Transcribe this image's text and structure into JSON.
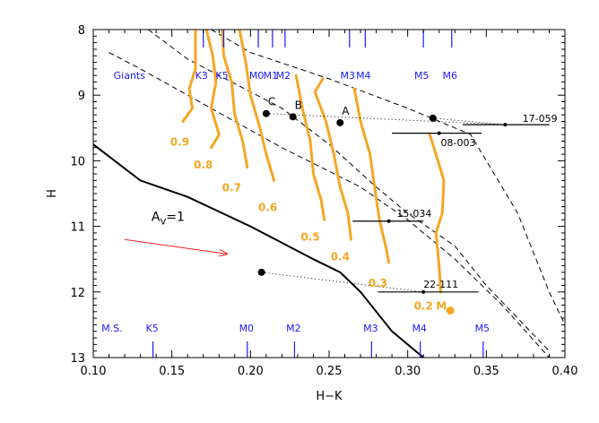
{
  "colors": {
    "axis": "#000000",
    "sequence_labels": "#1a1aff",
    "mass_tracks": "#f5a623",
    "reddening_vector": "#ff2020",
    "isochrones": "#000000"
  },
  "chart_data": {
    "type": "scatter",
    "xlabel": "H−K",
    "ylabel": "H",
    "xlim": [
      0.1,
      0.4
    ],
    "ylim": [
      13,
      8
    ],
    "y_inverted": true,
    "grid": false,
    "x_ticks": [
      "0.10",
      "0.15",
      "0.20",
      "0.25",
      "0.30",
      "0.35",
      "0.40"
    ],
    "y_ticks": [
      "8",
      "9",
      "10",
      "11",
      "12",
      "13"
    ],
    "giants_label": "Giants",
    "giant_spectral_types": [
      {
        "label": "K3",
        "x": 0.17
      },
      {
        "label": "K5",
        "x": 0.183
      },
      {
        "label": "M0",
        "x": 0.205
      },
      {
        "label": "M1",
        "x": 0.214
      },
      {
        "label": "M2",
        "x": 0.222
      },
      {
        "label": "M3",
        "x": 0.263
      },
      {
        "label": "M4",
        "x": 0.273
      },
      {
        "label": "M5",
        "x": 0.31
      },
      {
        "label": "M6",
        "x": 0.328
      }
    ],
    "ms_label": "M.S.",
    "main_sequence_types": [
      {
        "label": "K5",
        "x": 0.138
      },
      {
        "label": "M0",
        "x": 0.198
      },
      {
        "label": "M2",
        "x": 0.228
      },
      {
        "label": "M3",
        "x": 0.277
      },
      {
        "label": "M4",
        "x": 0.308
      },
      {
        "label": "M5",
        "x": 0.348
      }
    ],
    "av_label": "A",
    "av_subscript": "V",
    "av_value": "=1",
    "reddening_vector": {
      "from": [
        0.12,
        11.2
      ],
      "to": [
        0.185,
        11.42
      ]
    },
    "mass_unit_label": "M",
    "mass_tracks": [
      {
        "label": "0.9",
        "label_pos": [
          0.155,
          9.7
        ],
        "points": [
          [
            0.165,
            8.0
          ],
          [
            0.165,
            8.6
          ],
          [
            0.161,
            8.9
          ],
          [
            0.163,
            9.2
          ],
          [
            0.157,
            9.4
          ]
        ]
      },
      {
        "label": "0.8",
        "label_pos": [
          0.17,
          10.05
        ],
        "points": [
          [
            0.172,
            8.0
          ],
          [
            0.176,
            8.4
          ],
          [
            0.178,
            8.8
          ],
          [
            0.175,
            9.2
          ],
          [
            0.18,
            9.6
          ],
          [
            0.175,
            9.8
          ]
        ]
      },
      {
        "label": "0.7",
        "label_pos": [
          0.188,
          10.4
        ],
        "points": [
          [
            0.182,
            8.0
          ],
          [
            0.183,
            8.4
          ],
          [
            0.188,
            8.8
          ],
          [
            0.19,
            9.3
          ],
          [
            0.195,
            9.7
          ],
          [
            0.198,
            10.1
          ]
        ]
      },
      {
        "label": "0.6",
        "label_pos": [
          0.211,
          10.7
        ],
        "points": [
          [
            0.193,
            8.0
          ],
          [
            0.197,
            8.5
          ],
          [
            0.2,
            9.0
          ],
          [
            0.206,
            9.5
          ],
          [
            0.21,
            9.9
          ],
          [
            0.215,
            10.3
          ]
        ]
      },
      {
        "label": "0.5",
        "label_pos": [
          0.238,
          11.15
        ],
        "points": [
          [
            0.229,
            8.7
          ],
          [
            0.233,
            9.2
          ],
          [
            0.238,
            9.7
          ],
          [
            0.24,
            10.2
          ],
          [
            0.245,
            10.6
          ],
          [
            0.247,
            10.9
          ]
        ]
      },
      {
        "label": "0.4",
        "label_pos": [
          0.257,
          11.45
        ],
        "points": [
          [
            0.246,
            8.75
          ],
          [
            0.241,
            8.95
          ],
          [
            0.248,
            9.4
          ],
          [
            0.253,
            9.9
          ],
          [
            0.257,
            10.4
          ],
          [
            0.262,
            10.8
          ],
          [
            0.264,
            11.2
          ]
        ]
      },
      {
        "label": "0.3",
        "label_pos": [
          0.281,
          11.85
        ],
        "points": [
          [
            0.266,
            8.9
          ],
          [
            0.27,
            9.4
          ],
          [
            0.276,
            9.9
          ],
          [
            0.279,
            10.4
          ],
          [
            0.282,
            10.9
          ],
          [
            0.286,
            11.3
          ],
          [
            0.288,
            11.55
          ]
        ]
      },
      {
        "label": "0.2",
        "label_pos": [
          0.31,
          12.2
        ],
        "points": [
          [
            0.314,
            9.6
          ],
          [
            0.318,
            9.9
          ],
          [
            0.323,
            10.3
          ],
          [
            0.322,
            10.8
          ],
          [
            0.318,
            11.1
          ],
          [
            0.32,
            11.6
          ],
          [
            0.321,
            12.0
          ]
        ]
      }
    ],
    "isochrones": [
      {
        "name": "MS",
        "style": "solid",
        "points": [
          [
            0.1,
            9.75
          ],
          [
            0.13,
            10.3
          ],
          [
            0.16,
            10.55
          ],
          [
            0.2,
            11.0
          ],
          [
            0.24,
            11.5
          ],
          [
            0.257,
            11.7
          ],
          [
            0.27,
            12.0
          ],
          [
            0.29,
            12.6
          ],
          [
            0.31,
            13.0
          ]
        ]
      },
      {
        "name": "iso-1",
        "style": "dashed",
        "points": [
          [
            0.135,
            8.0
          ],
          [
            0.16,
            8.45
          ],
          [
            0.2,
            8.95
          ],
          [
            0.22,
            9.2
          ],
          [
            0.25,
            9.75
          ],
          [
            0.28,
            10.4
          ],
          [
            0.3,
            10.8
          ],
          [
            0.33,
            11.3
          ],
          [
            0.35,
            11.9
          ],
          [
            0.37,
            12.4
          ],
          [
            0.39,
            12.9
          ]
        ]
      },
      {
        "name": "iso-2",
        "style": "dashed",
        "points": [
          [
            0.11,
            8.35
          ],
          [
            0.13,
            8.6
          ],
          [
            0.16,
            9.0
          ],
          [
            0.19,
            9.4
          ],
          [
            0.22,
            9.8
          ],
          [
            0.245,
            10.1
          ],
          [
            0.27,
            10.4
          ],
          [
            0.3,
            10.9
          ],
          [
            0.33,
            11.5
          ],
          [
            0.36,
            12.2
          ],
          [
            0.39,
            13.0
          ]
        ]
      },
      {
        "name": "iso-3",
        "style": "dashed",
        "points": [
          [
            0.175,
            8.0
          ],
          [
            0.2,
            8.35
          ],
          [
            0.25,
            8.75
          ],
          [
            0.3,
            9.2
          ],
          [
            0.34,
            9.6
          ],
          [
            0.37,
            10.8
          ],
          [
            0.39,
            12.0
          ],
          [
            0.4,
            12.5
          ]
        ]
      }
    ],
    "sources": [
      {
        "name": "17-059",
        "label_pos": [
          0.373,
          9.35
        ],
        "obs": [
          0.316,
          9.35
        ],
        "model": [
          0.362,
          9.45
        ],
        "err_x": [
          0.335,
          0.39
        ]
      },
      {
        "name": "08-003",
        "label_pos": [
          0.321,
          9.72
        ],
        "obs": null,
        "model": [
          0.32,
          9.58
        ],
        "err_x": [
          0.29,
          0.347
        ]
      },
      {
        "name": "15-034",
        "label_pos": [
          0.293,
          10.8
        ],
        "obs": null,
        "model": [
          0.288,
          10.92
        ],
        "err_x": [
          0.265,
          0.31
        ]
      },
      {
        "name": "22-111",
        "label_pos": [
          0.31,
          11.88
        ],
        "obs": [
          0.207,
          11.7
        ],
        "model": [
          0.31,
          12.0
        ],
        "err_x": [
          0.281,
          0.345
        ]
      }
    ],
    "labeled_points": [
      {
        "label": "A",
        "x": 0.257,
        "y": 9.42
      },
      {
        "label": "B",
        "x": 0.227,
        "y": 9.33
      },
      {
        "label": "C",
        "x": 0.21,
        "y": 9.28
      }
    ]
  }
}
